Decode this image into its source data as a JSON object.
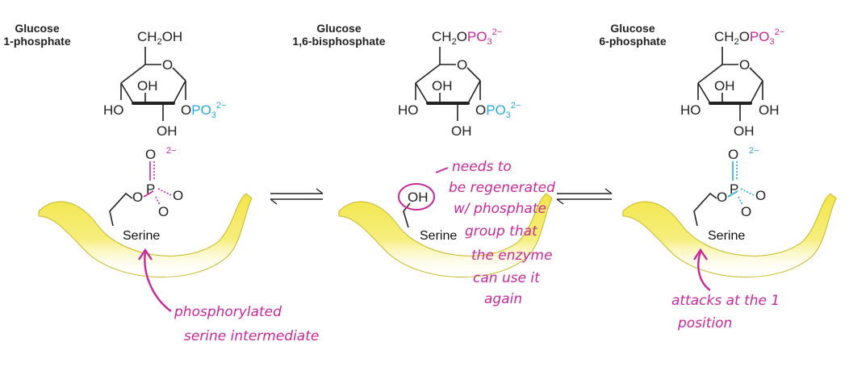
{
  "colors": {
    "magenta": "#c8289a",
    "cyan": "#2aa7dc",
    "enzyme_fill": "#f2e64a",
    "text": "#222222"
  },
  "panels": [
    {
      "title_line1": "Glucose",
      "title_line2": "1-phosphate",
      "ch2_label": "CH",
      "ch2_sub": "2",
      "ch2_suffix": "OH",
      "ring_o": "O",
      "oh_c3": "OH",
      "ho_c4": "HO",
      "oh_c2": "OH",
      "c1_o": "O",
      "c1_po3": "PO",
      "c1_sub": "3",
      "c1_charge": "2−",
      "enzyme_label": "Serine",
      "phosphate": {
        "p": "P",
        "o_top": "O",
        "o_right": "O",
        "o_bottom": "O",
        "charge": "2−",
        "o_link": "O"
      }
    },
    {
      "title_line1": "Glucose",
      "title_line2": "1,6-bisphosphate",
      "ch2_label": "CH",
      "ch2_sub": "2",
      "ch2_suffix": "O",
      "ch2_po3": "PO",
      "ch2_po3_sub": "3",
      "ch2_charge": "2−",
      "ring_o": "O",
      "oh_c3": "OH",
      "ho_c4": "HO",
      "oh_c2": "OH",
      "c1_o": "O",
      "c1_po3": "PO",
      "c1_sub": "3",
      "c1_charge": "2−",
      "enzyme_label": "Serine",
      "oh_group": "OH"
    },
    {
      "title_line1": "Glucose",
      "title_line2": "6-phosphate",
      "ch2_label": "CH",
      "ch2_sub": "2",
      "ch2_suffix": "O",
      "ch2_po3": "PO",
      "ch2_po3_sub": "3",
      "ch2_charge": "2−",
      "ring_o": "O",
      "oh_c3": "OH",
      "ho_c4": "HO",
      "oh_c2": "OH",
      "c1_oh": "OH",
      "enzyme_label": "Serine",
      "phosphate": {
        "p": "P",
        "o_top": "O",
        "o_right": "O",
        "o_bottom": "O",
        "charge": "2−",
        "o_link": "O"
      }
    }
  ],
  "annotations": {
    "left_note_line1": "phosphorylated",
    "left_note_line2": "serine intermediate",
    "middle_note": [
      "needs to",
      "be regenerated",
      "w/ phosphate",
      "group that",
      "the enzyme",
      "can use it",
      "again"
    ],
    "right_note_line1": "attacks at the 1",
    "right_note_line2": "position"
  }
}
